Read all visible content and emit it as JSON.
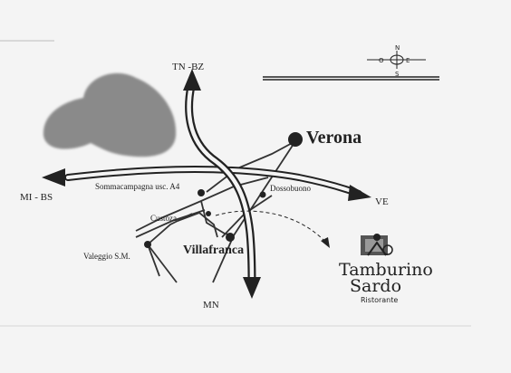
{
  "places": {
    "verona": "Verona",
    "villafranca": "Villafranca",
    "sommacampagna": "Sommacampagna usc. A4",
    "dossobuono": "Dossobuono",
    "custoza": "Custoza",
    "valeggio": "Valeggio S.M."
  },
  "directions": {
    "north": "TN -BZ",
    "west": "MI - BS",
    "east": "VE",
    "south": "MN"
  },
  "compass": {
    "n": "N",
    "s": "S",
    "e": "E",
    "o": "O"
  },
  "logo": {
    "line1": "Tamburino",
    "line2": "Sardo",
    "subtitle": "Ristorante"
  },
  "icons": [
    "lake-shape",
    "compass-rose",
    "restaurant-logo-icon"
  ],
  "colors": {
    "paper": "#f4f4f4",
    "ink": "#222222",
    "lake": "#8a8a8a"
  }
}
